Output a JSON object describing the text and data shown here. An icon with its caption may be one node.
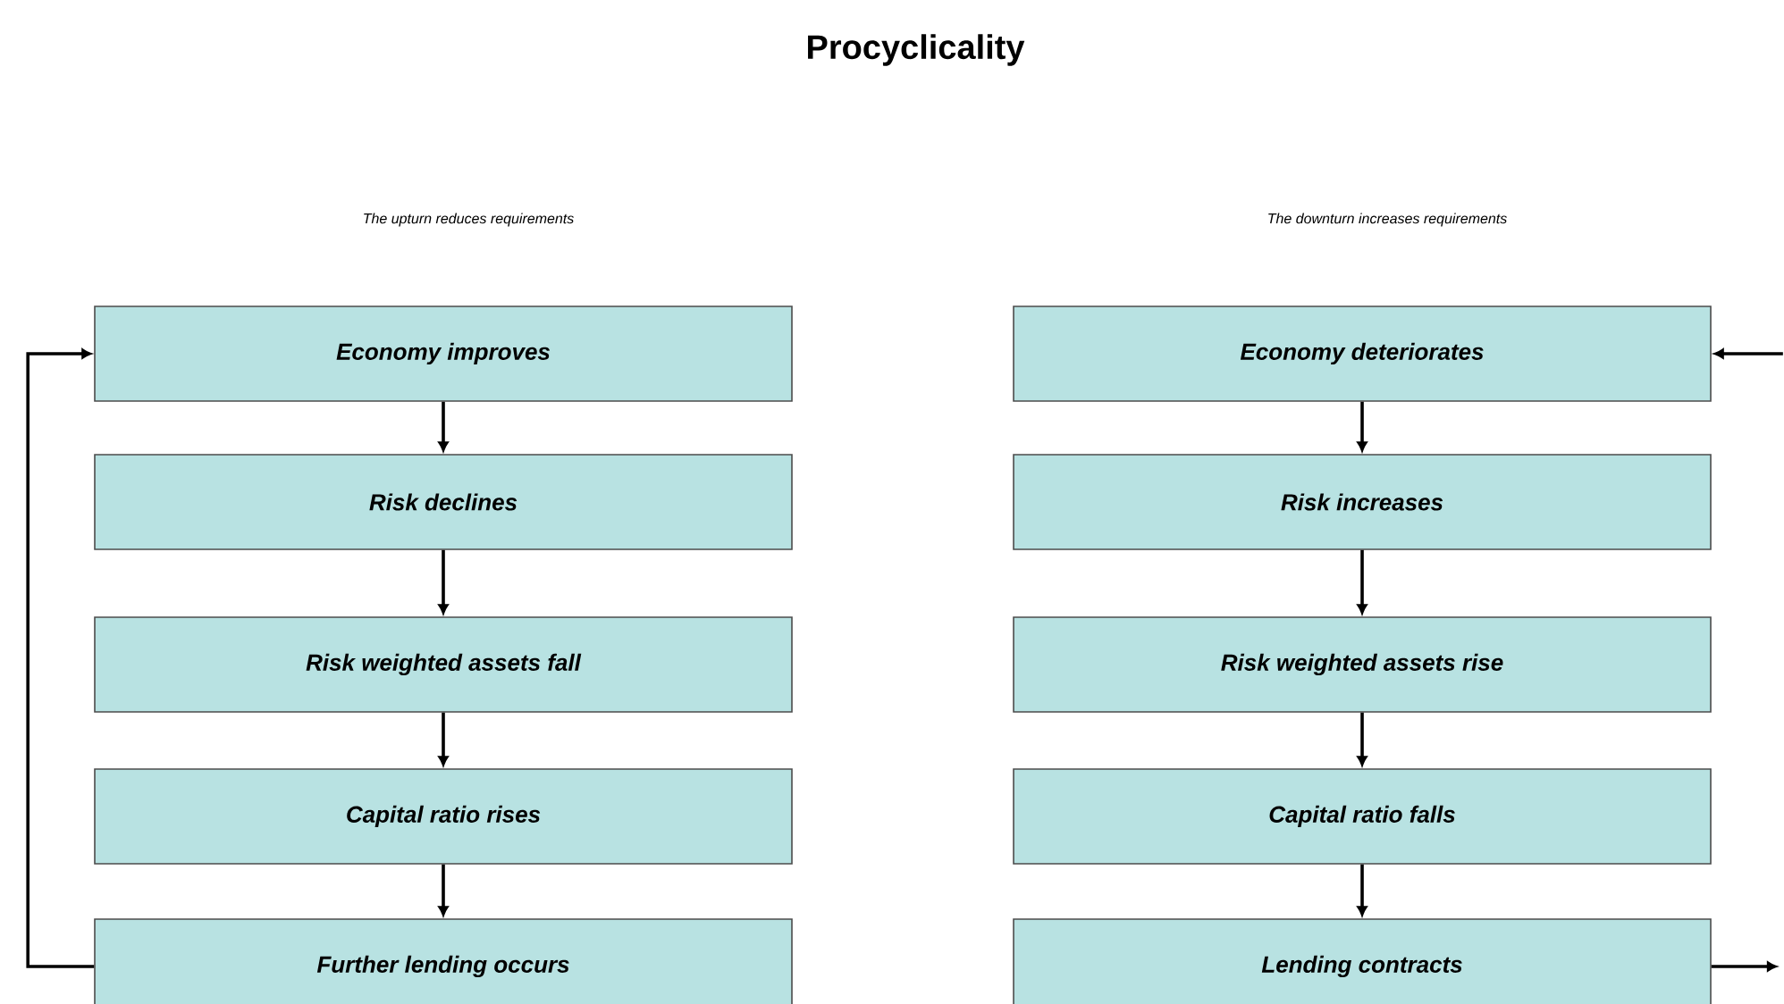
{
  "diagram": {
    "title": "Procyclicality",
    "nodes": [
      {
        "text": [
          "Economy improves"
        ]
      },
      {
        "text": [
          "Risk declines"
        ]
      },
      {
        "text": [
          "Risk weighted assets fall"
        ]
      },
      {
        "text": [
          "Capital ratio rises"
        ]
      },
      {
        "text": [
          "Further lending occurs"
        ]
      },
      {
        "text": [
          "Economy deteriorates"
        ]
      },
      {
        "text": [
          "Risk increases"
        ]
      },
      {
        "text": [
          "Risk weighted assets rise"
        ]
      },
      {
        "text": [
          "Capital ratio falls"
        ]
      },
      {
        "text": [
          "Lending contracts"
        ]
      }
    ],
    "edges": [
      {
        "from": 0,
        "to": 1,
        "arrow": "to"
      },
      {
        "from": 1,
        "to": 2,
        "arrow": "to"
      },
      {
        "from": 2,
        "to": 3,
        "arrow": "to"
      },
      {
        "from": 3,
        "to": 4,
        "arrow": "to"
      },
      {
        "from": 4,
        "to": 0,
        "arrow": "to"
      },
      {
        "from": 5,
        "to": 6,
        "arrow": "to"
      },
      {
        "from": 6,
        "to": 7,
        "arrow": "to"
      },
      {
        "from": 7,
        "to": 8,
        "arrow": "to"
      },
      {
        "from": 8,
        "to": 9,
        "arrow": "to"
      },
      {
        "from": 9,
        "to": null,
        "arrow": "to"
      },
      {
        "from": null,
        "to": 5,
        "arrow": "to"
      }
    ],
    "labels": [
      "The upturn reduces requirements",
      "The downturn increases requirements"
    ]
  }
}
